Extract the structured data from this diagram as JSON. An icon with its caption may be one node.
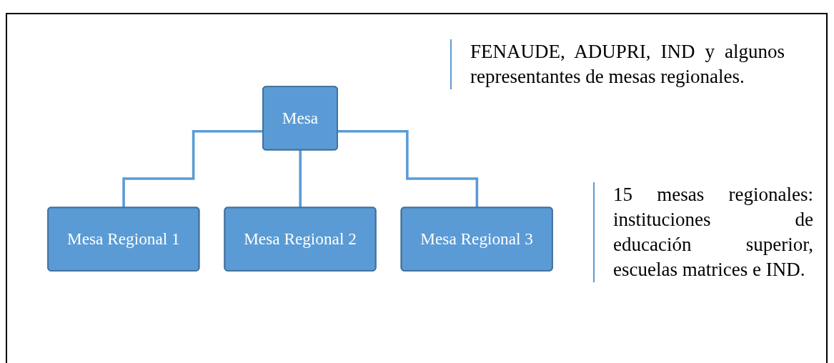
{
  "diagram": {
    "nodes": [
      {
        "text": [
          "Mesa"
        ]
      },
      {
        "text": [
          "Mesa Regional 1"
        ]
      },
      {
        "text": [
          "Mesa Regional 2"
        ]
      },
      {
        "text": [
          "Mesa Regional 3"
        ]
      }
    ],
    "edges": [
      {
        "from": 0,
        "to": 1,
        "arrow": "none"
      },
      {
        "from": 0,
        "to": 2,
        "arrow": "none"
      },
      {
        "from": 0,
        "to": 3,
        "arrow": "none"
      }
    ],
    "labels": [
      "FENAUDE, ADUPRI, IND y algunos representantes de mesas regionales.",
      "15 mesas regionales: instituciones de educación superior, escuelas matrices e IND."
    ]
  }
}
